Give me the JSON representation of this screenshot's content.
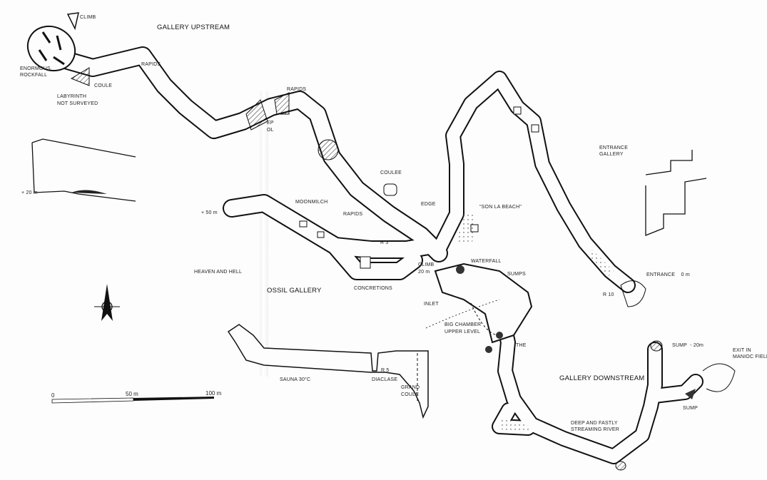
{
  "labels": {
    "climb_top": "CLIMB",
    "gallery_upstream": "GALLERY UPSTREAM",
    "enormous_rockfall_1": "ENORMOUS",
    "enormous_rockfall_2": "ROCKFALL",
    "rapids_1": "RAPIDS",
    "coule": "COULE",
    "labyrinth_1": "LABYRINTH",
    "labyrinth_2": "NOT SURVEYED",
    "rapids_2": "RAPIDS",
    "deep_pool_1": "EP",
    "deep_pool_2": "OL",
    "entrance_gallery_1": "ENTRANCE",
    "entrance_gallery_2": "GALLERY",
    "coulee": "COULEE",
    "plus_20": "+ 20 m",
    "plus_50": "+ 50 m",
    "moonmilch": "MOONMILCH",
    "edge": "EDGE",
    "son_la_beach": "\"SON LA BEACH\"",
    "rapids_3": "RAPIDS",
    "r5_top": "R 5",
    "waterfall": "WATERFALL",
    "climb_20_1": "CLIMB",
    "climb_20_2": "20 m",
    "sumps": "SUMPS",
    "entrance_0": "ENTRANCE    0 m",
    "heaven_and_hell": "HEAVEN AND HELL",
    "fossil_gallery": "OSSIL GALLERY",
    "r10": "R 10",
    "concretions": "CONCRETIONS",
    "inlet": "INLET",
    "big_chamber_1": "BIG CHAMBER",
    "big_chamber_2": "UPPER LEVEL",
    "the": "THE",
    "sump_20": "SUMP  - 20m",
    "exit_1": "EXIT IN",
    "exit_2": "MANIOC FIELD",
    "gallery_downstream": "GALLERY DOWNSTREAM",
    "sauna": "SAUNA 30°C",
    "r5_profile": "R 5",
    "diaclase": "DIACLASE",
    "grand_coule_1": "GRAND",
    "grand_coule_2": "COULE",
    "sump": "SUMP",
    "river_1": "DEEP AND FASTLY",
    "river_2": "STREAMING RIVER"
  },
  "scale_bar": {
    "zero": "0",
    "mid": "50 m",
    "end": "100 m"
  },
  "icons": {
    "north_arrow": "north-arrow-icon"
  },
  "colors": {
    "ink": "#111111",
    "paper": "#fdfdfd"
  }
}
